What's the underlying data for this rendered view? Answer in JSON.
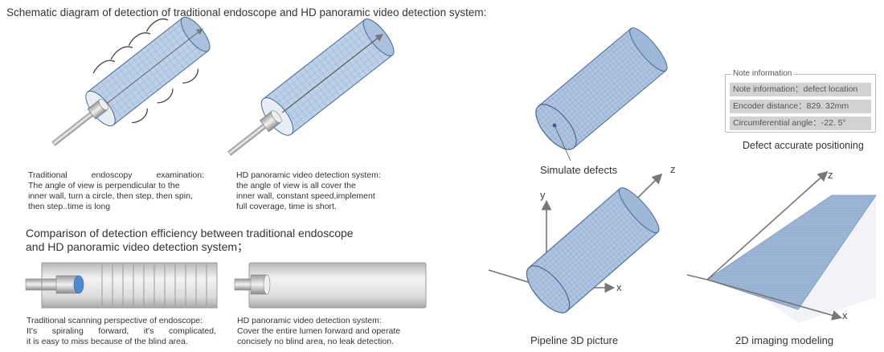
{
  "title": "Schematic diagram of detection of traditional endoscope and HD panoramic video detection system:",
  "traditional_caption": [
    "Traditional endoscopy examination:",
    "The angle of view is perpendicular to the",
    "inner wall, turn a circle, then step, then spin,",
    "then step..time is long"
  ],
  "hd_caption": [
    "HD panoramic video detection system:",
    "the angle of view is all cover the",
    "inner wall, constant speed,implement",
    "full coverage, time is short."
  ],
  "comparison_heading": [
    "Comparison of detection efficiency between traditional endoscope",
    "and HD panoramic video detection system；"
  ],
  "scan_caption_traditional": [
    "Traditional scanning perspective of endoscope:",
    "It's spiraling forward, it's complicated,",
    "it is easy to miss because of the blind area."
  ],
  "scan_caption_hd": [
    "HD panoramic video detection system:",
    "Cover the entire lumen forward and operate",
    "concisely no blind area, no leak detection."
  ],
  "simulate_defects": "Simulate defects",
  "pipeline_label": "Pipeline 3D picture",
  "imaging_label": "2D imaging modeling",
  "defect_positioning": "Defect accurate positioning",
  "note": {
    "legend": "Note information",
    "rows": [
      "Note information：defect  location",
      "Encoder distance：829. 32mm",
      "Circumferential angle：-22. 5°"
    ]
  },
  "axes": {
    "x": "x",
    "y": "y",
    "z": "z"
  },
  "colors": {
    "pipe": "#bcd0e8",
    "pipe_dark": "#6f8fb5",
    "pipe_edge": "#4a6a90",
    "gray_pipe": "#d8d8d8"
  }
}
